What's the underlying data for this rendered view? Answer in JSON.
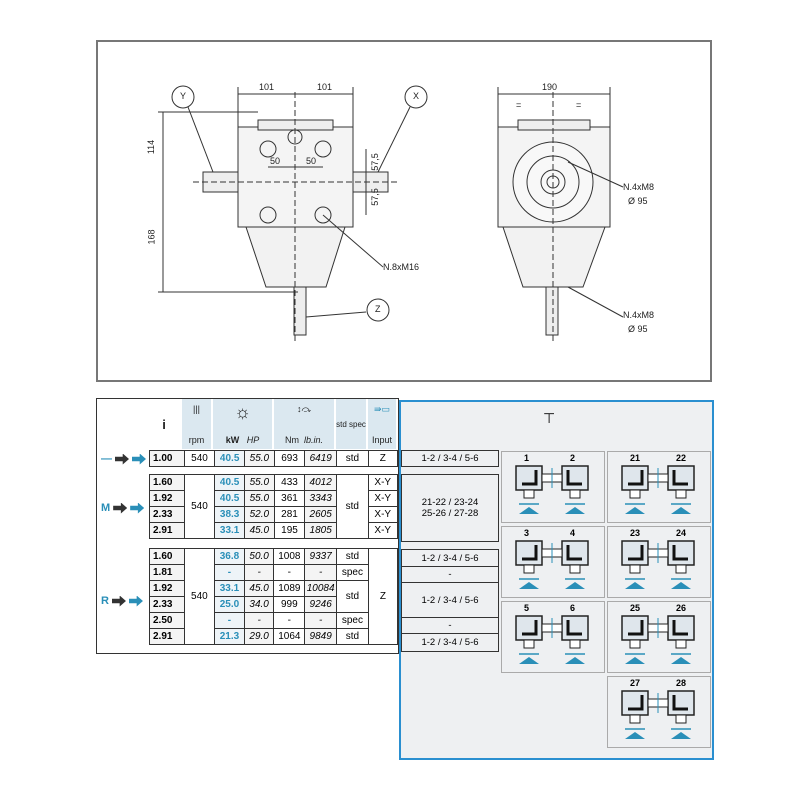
{
  "drawing": {
    "dims": {
      "half_width_left": "101",
      "half_width_right": "101",
      "bolt_spacing_left": "50",
      "bolt_spacing_right": "50",
      "height_upper": "114",
      "height_lower": "168",
      "center_upper": "57,5",
      "center_lower": "57,5",
      "side_width": "190",
      "equal_left": "=",
      "equal_right": "="
    },
    "callouts": {
      "front_holes": "N.8xM16",
      "side_holes": "N.4xM8",
      "side_diameter": "Ø 95",
      "bottom_holes": "N.4xM8",
      "bottom_diameter": "Ø 95"
    },
    "shafts": {
      "y": "Y",
      "x": "X",
      "z": "Z"
    }
  },
  "table": {
    "headers": {
      "ratio": "i",
      "rpm": "rpm",
      "kw": "kW",
      "hp": "HP",
      "nm": "Nm",
      "lbin": "lb.in.",
      "std_spec": "std spec",
      "input": "Input"
    },
    "groups": [
      {
        "label": "—",
        "rpm": "540",
        "rows": [
          {
            "i": "1.00",
            "kw": "40.5",
            "hp": "55.0",
            "nm": "693",
            "lbin": "6419",
            "std": "std",
            "input": "Z"
          }
        ],
        "combos": [
          "1-2 / 3-4 / 5-6"
        ]
      },
      {
        "label": "M",
        "rpm": "540",
        "std": "std",
        "rows": [
          {
            "i": "1.60",
            "kw": "40.5",
            "hp": "55.0",
            "nm": "433",
            "lbin": "4012",
            "input": "X-Y"
          },
          {
            "i": "1.92",
            "kw": "40.5",
            "hp": "55.0",
            "nm": "361",
            "lbin": "3343",
            "input": "X-Y"
          },
          {
            "i": "2.33",
            "kw": "38.3",
            "hp": "52.0",
            "nm": "281",
            "lbin": "2605",
            "input": "X-Y"
          },
          {
            "i": "2.91",
            "kw": "33.1",
            "hp": "45.0",
            "nm": "195",
            "lbin": "1805",
            "input": "X-Y"
          }
        ],
        "combos": [
          "21-22 / 23-24",
          "25-26 / 27-28"
        ]
      },
      {
        "label": "R",
        "rpm": "540",
        "input": "Z",
        "rows": [
          {
            "i": "1.60",
            "kw": "36.8",
            "hp": "50.0",
            "nm": "1008",
            "lbin": "9337",
            "std": "std"
          },
          {
            "i": "1.81",
            "kw": "-",
            "hp": "-",
            "nm": "-",
            "lbin": "-",
            "std": "spec"
          },
          {
            "i": "1.92",
            "kw": "33.1",
            "hp": "45.0",
            "nm": "1089",
            "lbin": "10084",
            "std": "std"
          },
          {
            "i": "2.33",
            "kw": "25.0",
            "hp": "34.0",
            "nm": "999",
            "lbin": "9246",
            "std": ""
          },
          {
            "i": "2.50",
            "kw": "-",
            "hp": "-",
            "nm": "-",
            "lbin": "-",
            "std": "spec"
          },
          {
            "i": "2.91",
            "kw": "21.3",
            "hp": "29.0",
            "nm": "1064",
            "lbin": "9849",
            "std": "std"
          }
        ],
        "combos": [
          "1-2 / 3-4 / 5-6",
          "-",
          "1-2 / 3-4 / 5-6",
          "-",
          "1-2 / 3-4 / 5-6"
        ]
      }
    ]
  },
  "diagrams": [
    [
      "1",
      "2"
    ],
    [
      "21",
      "22"
    ],
    [
      "3",
      "4"
    ],
    [
      "23",
      "24"
    ],
    [
      "5",
      "6"
    ],
    [
      "25",
      "26"
    ],
    [
      "27",
      "28"
    ]
  ],
  "colors": {
    "accent": "#2a8fb8",
    "panel_border": "#2a8fd0"
  }
}
